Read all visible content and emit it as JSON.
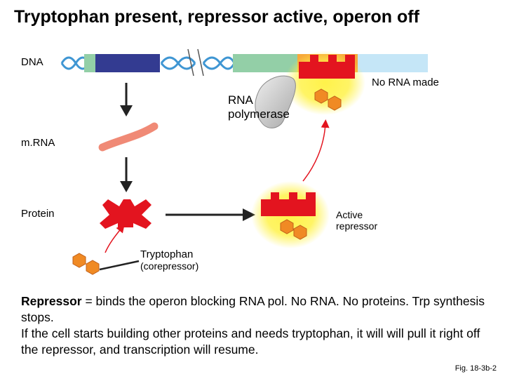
{
  "title": "Tryptophan present, repressor active, operon off",
  "labels": {
    "dna": "DNA",
    "no_rna": "No RNA made",
    "rna_polymerase": "RNA polymerase",
    "mrna": "m.RNA",
    "protein": "Protein",
    "active_repressor": "Active repressor",
    "tryptophan": "Tryptophan",
    "corepressor": "(corepressor)"
  },
  "summary": {
    "term": "Repressor",
    "line1_rest": " = binds the operon blocking RNA pol. No RNA. No proteins. Trp synthesis stops.",
    "line2": "If the cell starts building other proteins and needs tryptophan, it will will pull it right off the repressor, and transcription will resume."
  },
  "fig_ref": "Fig. 18-3b-2",
  "colors": {
    "repressor": "#e3141f",
    "tryptophan": "#f08a24",
    "mrna": "#f08a76",
    "glow": "#fff24a",
    "gene_dark": "#333b91",
    "gene_green": "#93cfa7",
    "operator_orange": "#f7a93b",
    "dna_light_blue": "#c5e6f7",
    "helix": "#3f96d3",
    "polymerase": "#c9c9c9"
  }
}
